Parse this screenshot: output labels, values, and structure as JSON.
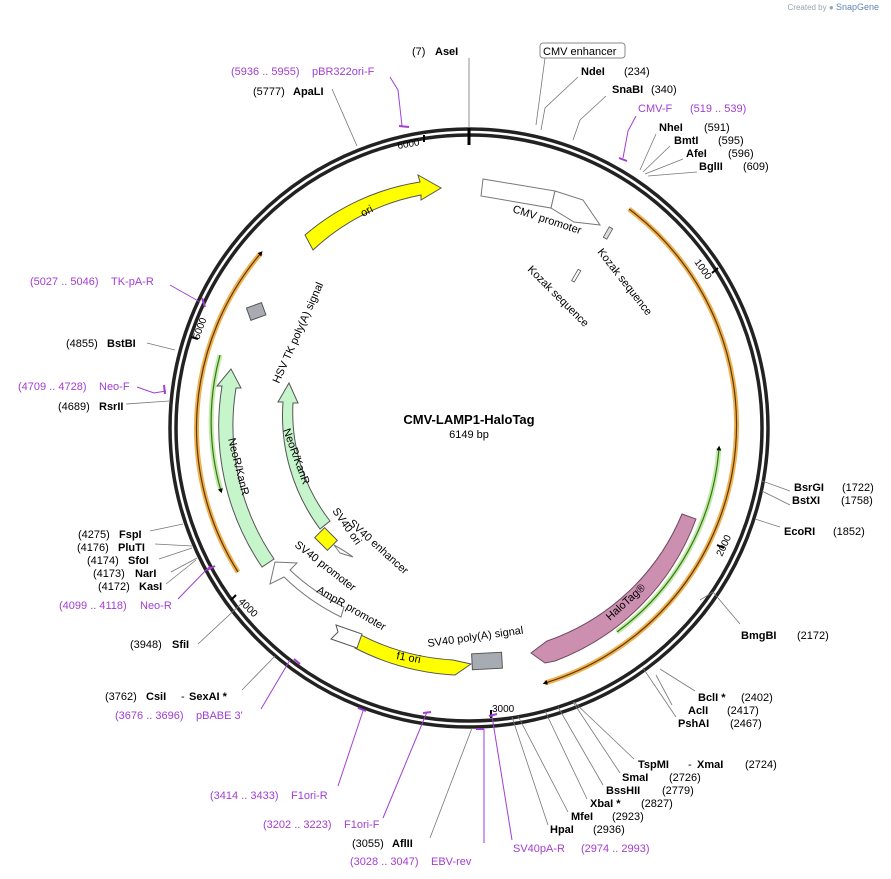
{
  "credit": {
    "prefix": "Created by",
    "brand": "SnapGene"
  },
  "plasmid": {
    "name": "CMV-LAMP1-HaloTag",
    "size_label": "6149 bp",
    "length": 6149
  },
  "ticks": [
    "1000",
    "2000",
    "3000",
    "4000",
    "5000",
    "6000"
  ],
  "sites": [
    {
      "name": "AseI",
      "pos": "(7)"
    },
    {
      "name": "NdeI",
      "pos": "(234)"
    },
    {
      "name": "SnaBI",
      "pos": "(340)"
    },
    {
      "name": "NheI",
      "pos": "(591)"
    },
    {
      "name": "BmtI",
      "pos": "(595)"
    },
    {
      "name": "AfeI",
      "pos": "(596)"
    },
    {
      "name": "BglII",
      "pos": "(609)"
    },
    {
      "name": "BsrGI",
      "pos": "(1722)"
    },
    {
      "name": "BstXI",
      "pos": "(1758)"
    },
    {
      "name": "EcoRI",
      "pos": "(1852)"
    },
    {
      "name": "BmgBI",
      "pos": "(2172)"
    },
    {
      "name": "BclI *",
      "pos": "(2402)"
    },
    {
      "name": "AclI",
      "pos": "(2417)"
    },
    {
      "name": "PshAI",
      "pos": "(2467)"
    },
    {
      "name": "TspMI",
      "pos": "(2724)",
      "name2": "XmaI"
    },
    {
      "name": "SmaI",
      "pos": "(2726)"
    },
    {
      "name": "BssHII",
      "pos": "(2779)"
    },
    {
      "name": "XbaI *",
      "pos": "(2827)"
    },
    {
      "name": "MfeI",
      "pos": "(2923)"
    },
    {
      "name": "HpaI",
      "pos": "(2936)"
    },
    {
      "name": "AflII",
      "pos": "(3055)"
    },
    {
      "name": "SfiI",
      "pos": "(3948)"
    },
    {
      "name": "CsiI",
      "pos": "(3762)",
      "name2": "SexAI *"
    },
    {
      "name": "KasI",
      "pos": "(4172)"
    },
    {
      "name": "NarI",
      "pos": "(4173)"
    },
    {
      "name": "SfoI",
      "pos": "(4174)"
    },
    {
      "name": "PluTI",
      "pos": "(4176)"
    },
    {
      "name": "FspI",
      "pos": "(4275)"
    },
    {
      "name": "RsrII",
      "pos": "(4689)"
    },
    {
      "name": "BstBI",
      "pos": "(4855)"
    },
    {
      "name": "ApaLI",
      "pos": "(5777)"
    }
  ],
  "primers": [
    {
      "name": "pBR322ori-F",
      "range": "(5936 .. 5955)"
    },
    {
      "name": "CMV-F",
      "range": "(519 .. 539)"
    },
    {
      "name": "TK-pA-R",
      "range": "(5027 .. 5046)"
    },
    {
      "name": "Neo-F",
      "range": "(4709 .. 4728)"
    },
    {
      "name": "Neo-R",
      "range": "(4099 .. 4118)"
    },
    {
      "name": "pBABE 3'",
      "range": "(3676 .. 3696)"
    },
    {
      "name": "F1ori-R",
      "range": "(3414 .. 3433)"
    },
    {
      "name": "F1ori-F",
      "range": "(3202 .. 3223)"
    },
    {
      "name": "EBV-rev",
      "range": "(3028 .. 3047)"
    },
    {
      "name": "SV40pA-R",
      "range": "(2974 .. 2993)"
    }
  ],
  "features": {
    "cmv_enhancer": "CMV enhancer",
    "cmv_promoter": "CMV promoter",
    "kozak1": "Kozak sequence",
    "kozak2": "Kozak sequence",
    "halotag": "HaloTag®",
    "sv40_polya": "SV40 poly(A) signal",
    "f1_ori": "f1 ori",
    "ampr_promoter": "AmpR promoter",
    "sv40_promoter": "SV40 promoter",
    "sv40_enhancer": "SV40 enhancer",
    "sv40_ori": "SV40 ori",
    "neo_inner": "NeoR/KanR",
    "neo_outer": "NeoR/KanR",
    "hsv_tk": "HSV TK poly(A) signal",
    "ori": "ori"
  },
  "colors": {
    "backbone": "#222222",
    "orf_orange": "#f0b050",
    "orf_green": "#3f8a1e",
    "promoter_fill": "#ffffff",
    "ori_yellow": "#ffff00",
    "halotag": "#cc8fb0",
    "neo": "#c6f5cc",
    "polya_gray": "#a7acb3",
    "primer": "#a23ed0"
  }
}
